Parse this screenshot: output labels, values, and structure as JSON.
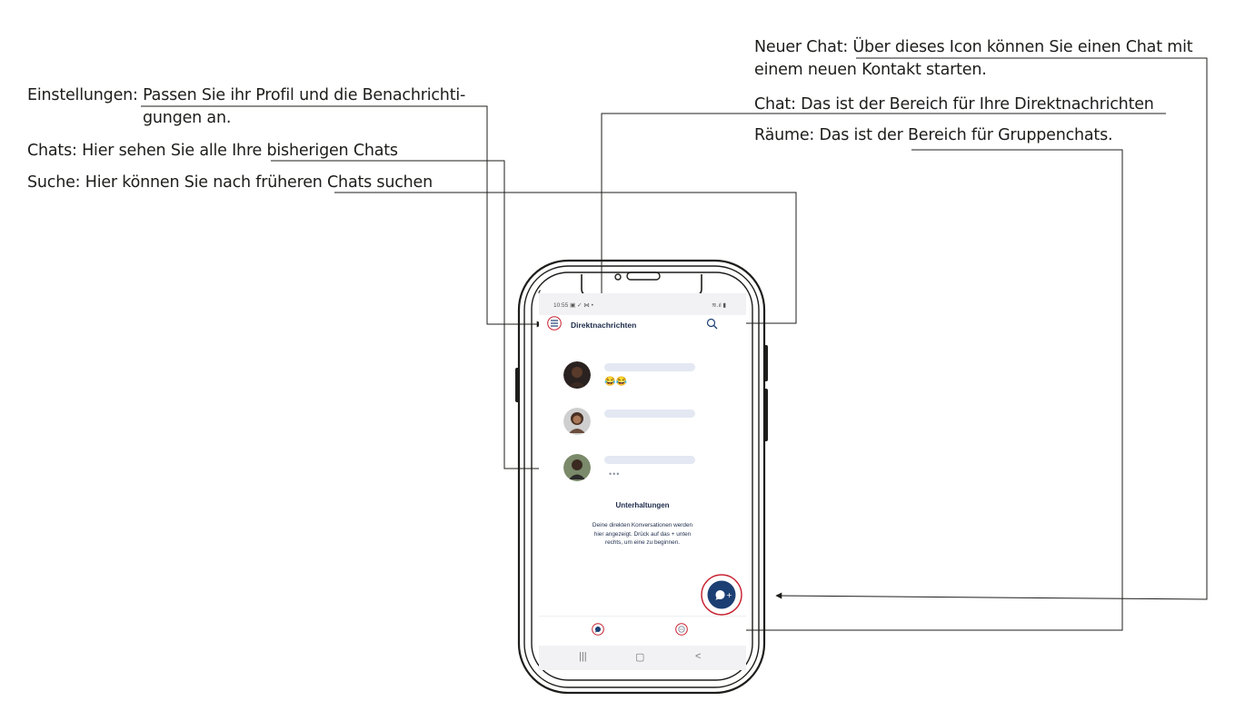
{
  "annotations": {
    "settings": {
      "label": "Einstellungen:",
      "text_line1": "Passen Sie ihr Profil und die Benachrichti-",
      "text_line2": "gungen an."
    },
    "chats": {
      "text": "Chats: Hier sehen Sie alle Ihre bisherigen Chats"
    },
    "search": {
      "text": "Suche: Hier können Sie nach früheren Chats suchen"
    },
    "new_chat": {
      "line1": "Neuer Chat: Über dieses Icon können Sie einen Chat mit",
      "line2": "einem neuen Kontakt starten."
    },
    "direct_chat": {
      "text": "Chat: Das ist der Bereich für Ihre Direktnachrichten"
    },
    "rooms": {
      "text": "Räume: Das ist der Bereich für Gruppenchats."
    }
  },
  "phone": {
    "status_time": "10:55 ▣ ✓ ⋈ •",
    "status_icons": "≋.ıl ▮",
    "header_title": "Direktnachrichten",
    "conversations": [
      {
        "avatar_icon": "person-avatar-icon",
        "preview": "😂😂"
      },
      {
        "avatar_icon": "person-avatar-icon",
        "preview": ""
      },
      {
        "avatar_icon": "person-avatar-icon",
        "preview": "•••"
      }
    ],
    "empty_state": {
      "title": "Unterhaltungen",
      "text": "Deine direkten Konversationen werden hier angezeigt. Drück auf das + unten rechts, um eine zu beginnen."
    },
    "nav_keys": [
      "|||",
      "▢",
      "<"
    ]
  },
  "colors": {
    "accent": "#1c3f73",
    "highlight_ring": "#c8202f",
    "placeholder": "#e3e8f2",
    "text_dark": "#1c2b4a"
  }
}
